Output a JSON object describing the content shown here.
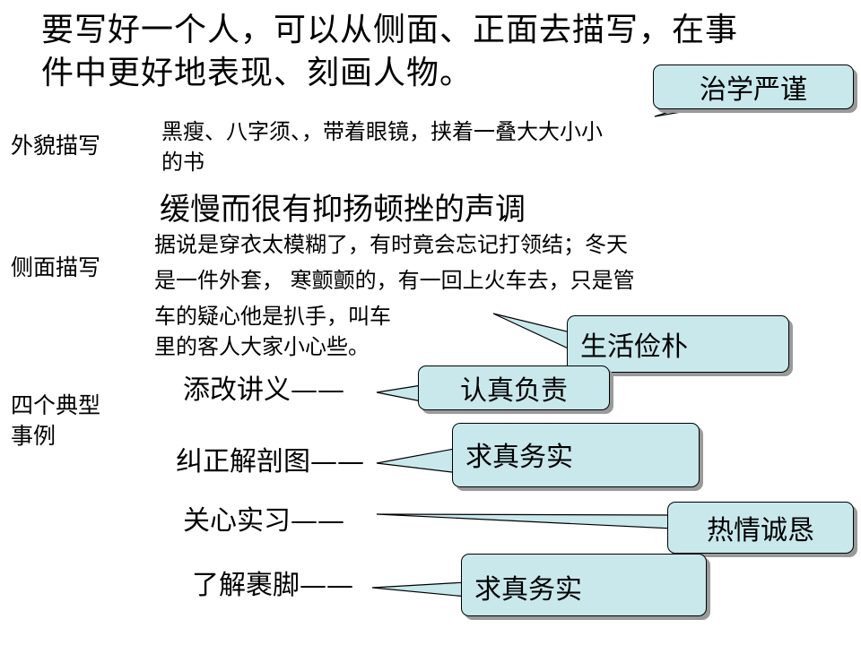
{
  "title": {
    "line1": "要写好一个人，可以从侧面、正面去描写，在事",
    "line2": "件中更好地表现、刻画人物。"
  },
  "appearance": {
    "label": "外貌描写",
    "text_line1": "黑瘦、八字须、，带着眼镜，挟着一叠大大小小",
    "text_line2": "的书"
  },
  "voice_text": "缓慢而很有抑扬顿挫的声调",
  "side": {
    "label": "侧面描写",
    "lines": [
      "据说是穿衣太模糊了，有时竟会忘记打领结；冬天",
      "是一件外套， 寒颤颤的，有一回上火车去，只是管",
      "车的疑心他是扒手，叫车",
      "里的客人大家小心些。"
    ]
  },
  "events": {
    "label_line1": "四个典型",
    "label_line2": "事例",
    "items": [
      "添改讲义——",
      "纠正解剖图——",
      "关心实习——",
      "了解裹脚——"
    ]
  },
  "callouts": {
    "scholarly": "治学严谨",
    "frugal": "生活俭朴",
    "responsible": "认真负责",
    "truth_1": "求真务实",
    "sincere": "热情诚恳",
    "truth_2": "求真务实"
  },
  "colors": {
    "callout_fill": "#c8e8ec",
    "callout_border": "#000000",
    "callout_shadow": "#9a9a9a"
  }
}
